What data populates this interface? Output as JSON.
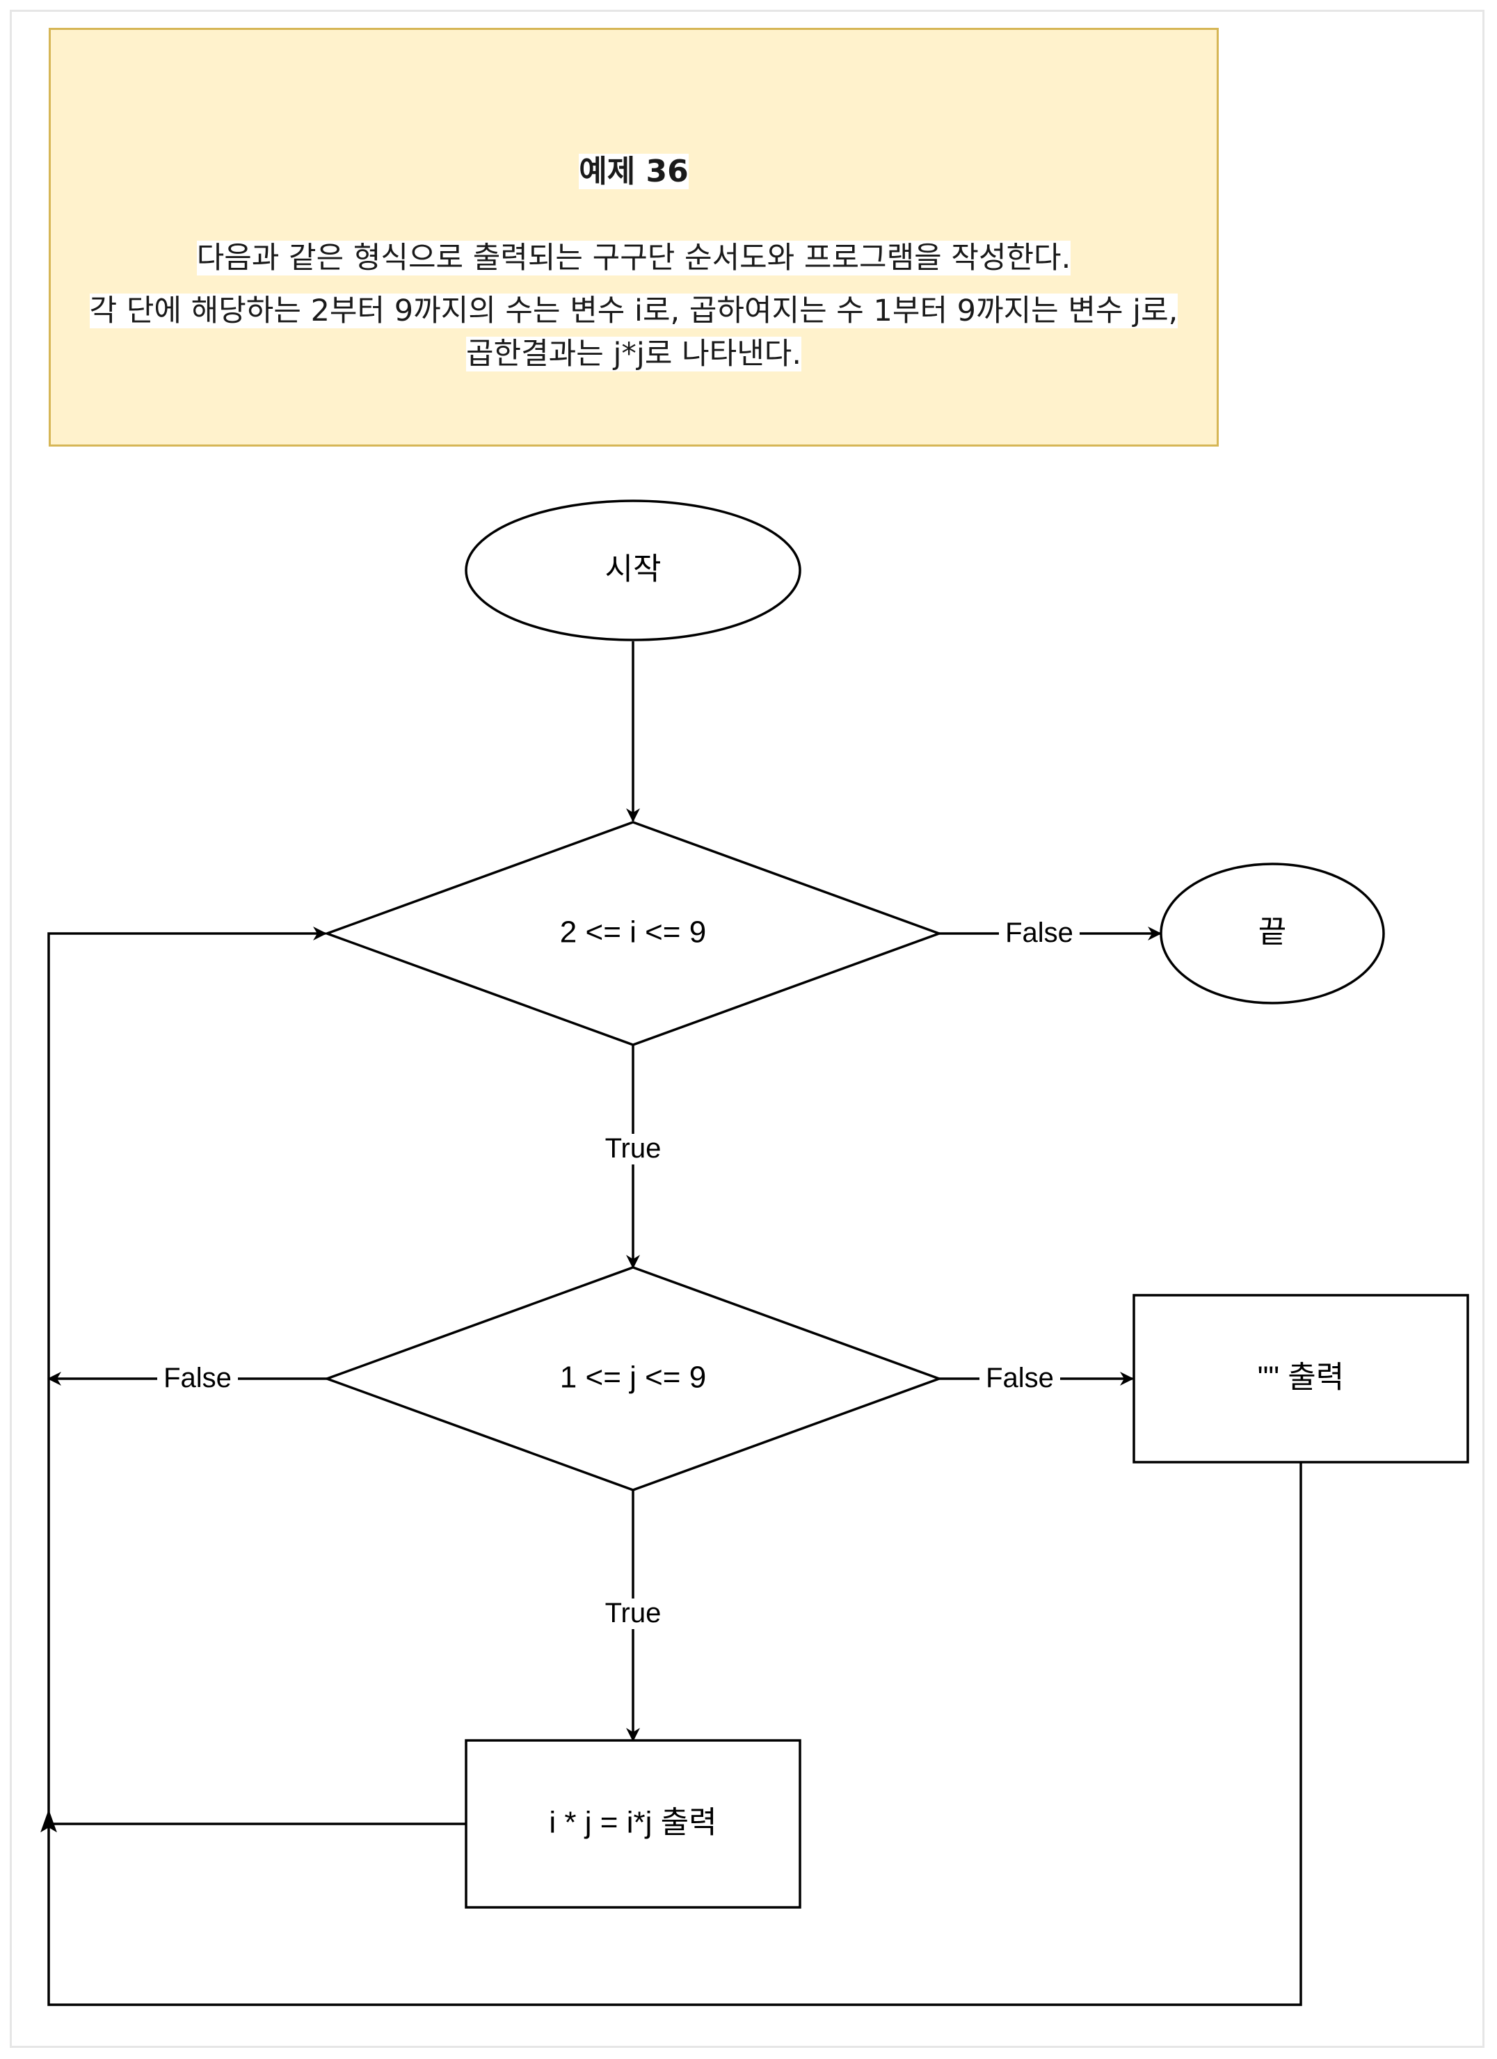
{
  "note": {
    "title": "예제 36",
    "line1": "다음과 같은 형식으로 출력되는 구구단 순서도와 프로그램을 작성한다.",
    "line2": "각 단에 해당하는 2부터 9까지의 수는 변수 i로, 곱하여지는 수 1부터 9까지는 변수 j로,",
    "line3": "곱한결과는 j*j로 나타낸다."
  },
  "nodes": {
    "start": "시작",
    "cond_i": "2 <= i <= 9",
    "end": "끝",
    "cond_j": "1 <= j <= 9",
    "print_blank": "\"\" 출력",
    "print_product": "i * j = i*j 출력"
  },
  "edges": {
    "cond_i_false": "False",
    "cond_i_true": "True",
    "cond_j_false_left": "False",
    "cond_j_false_right": "False",
    "cond_j_true": "True"
  }
}
